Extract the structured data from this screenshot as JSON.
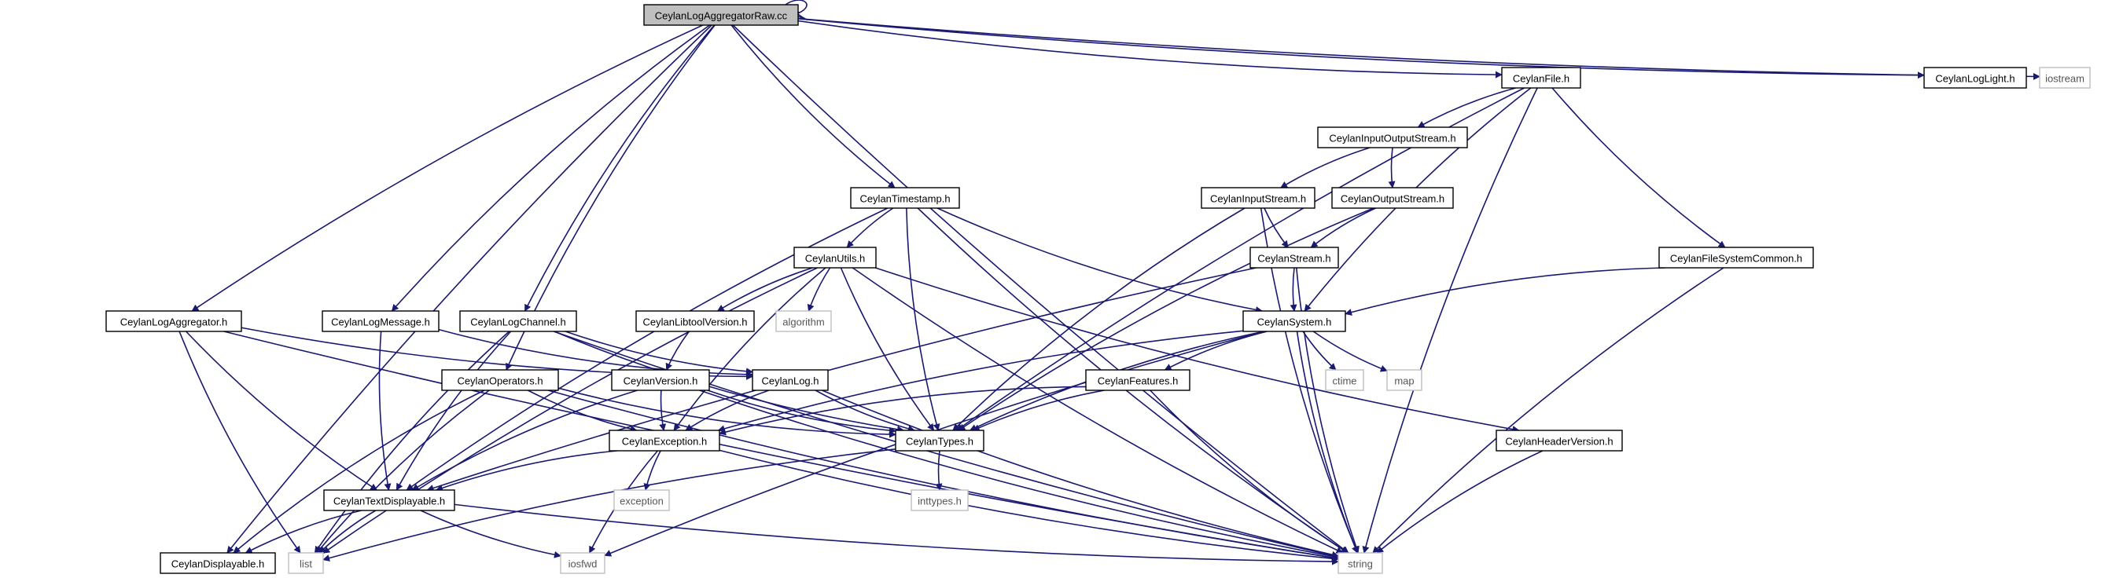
{
  "graph": {
    "colors": {
      "edge": "#191970",
      "root_fill": "#bfbfbf",
      "node_border": "#000000",
      "system_border": "#bfbfbf"
    },
    "nodes": [
      {
        "id": "root",
        "label": "CeylanLogAggregatorRaw.cc",
        "kind": "root"
      },
      {
        "id": "file",
        "label": "CeylanFile.h",
        "kind": "file"
      },
      {
        "id": "loglight",
        "label": "CeylanLogLight.h",
        "kind": "file"
      },
      {
        "id": "iostream",
        "label": "iostream",
        "kind": "system"
      },
      {
        "id": "iostream_h",
        "label": "CeylanInputOutputStream.h",
        "kind": "file"
      },
      {
        "id": "timestamp",
        "label": "CeylanTimestamp.h",
        "kind": "file"
      },
      {
        "id": "instream",
        "label": "CeylanInputStream.h",
        "kind": "file"
      },
      {
        "id": "outstream",
        "label": "CeylanOutputStream.h",
        "kind": "file"
      },
      {
        "id": "utils",
        "label": "CeylanUtils.h",
        "kind": "file"
      },
      {
        "id": "stream",
        "label": "CeylanStream.h",
        "kind": "file"
      },
      {
        "id": "fscommon",
        "label": "CeylanFileSystemCommon.h",
        "kind": "file"
      },
      {
        "id": "aggregator",
        "label": "CeylanLogAggregator.h",
        "kind": "file"
      },
      {
        "id": "logmessage",
        "label": "CeylanLogMessage.h",
        "kind": "file"
      },
      {
        "id": "logchannel",
        "label": "CeylanLogChannel.h",
        "kind": "file"
      },
      {
        "id": "libtool",
        "label": "CeylanLibtoolVersion.h",
        "kind": "file"
      },
      {
        "id": "algorithm",
        "label": "algorithm",
        "kind": "system"
      },
      {
        "id": "system",
        "label": "CeylanSystem.h",
        "kind": "file"
      },
      {
        "id": "operators",
        "label": "CeylanOperators.h",
        "kind": "file"
      },
      {
        "id": "version",
        "label": "CeylanVersion.h",
        "kind": "file"
      },
      {
        "id": "log",
        "label": "CeylanLog.h",
        "kind": "file"
      },
      {
        "id": "features",
        "label": "CeylanFeatures.h",
        "kind": "file"
      },
      {
        "id": "ctime",
        "label": "ctime",
        "kind": "system"
      },
      {
        "id": "map",
        "label": "map",
        "kind": "system"
      },
      {
        "id": "exception_h",
        "label": "CeylanException.h",
        "kind": "file"
      },
      {
        "id": "types",
        "label": "CeylanTypes.h",
        "kind": "file"
      },
      {
        "id": "headerversion",
        "label": "CeylanHeaderVersion.h",
        "kind": "file"
      },
      {
        "id": "exception",
        "label": "exception",
        "kind": "system"
      },
      {
        "id": "inttypes",
        "label": "inttypes.h",
        "kind": "system"
      },
      {
        "id": "textdisplayable",
        "label": "CeylanTextDisplayable.h",
        "kind": "file"
      },
      {
        "id": "displayable",
        "label": "CeylanDisplayable.h",
        "kind": "file"
      },
      {
        "id": "list",
        "label": "list",
        "kind": "system"
      },
      {
        "id": "iosfwd",
        "label": "iosfwd",
        "kind": "system"
      },
      {
        "id": "string",
        "label": "string",
        "kind": "system"
      }
    ],
    "edges": [
      [
        "root",
        "root"
      ],
      [
        "root",
        "file"
      ],
      [
        "root",
        "loglight"
      ],
      [
        "root",
        "iostream"
      ],
      [
        "root",
        "string"
      ],
      [
        "root",
        "timestamp"
      ],
      [
        "root",
        "logchannel"
      ],
      [
        "root",
        "logmessage"
      ],
      [
        "root",
        "operators"
      ],
      [
        "root",
        "aggregator"
      ],
      [
        "root",
        "displayable"
      ],
      [
        "file",
        "iostream_h"
      ],
      [
        "file",
        "system"
      ],
      [
        "file",
        "fscommon"
      ],
      [
        "file",
        "types"
      ],
      [
        "file",
        "string"
      ],
      [
        "iostream_h",
        "instream"
      ],
      [
        "iostream_h",
        "outstream"
      ],
      [
        "instream",
        "stream"
      ],
      [
        "instream",
        "types"
      ],
      [
        "instream",
        "string"
      ],
      [
        "outstream",
        "stream"
      ],
      [
        "outstream",
        "types"
      ],
      [
        "stream",
        "system"
      ],
      [
        "stream",
        "textdisplayable"
      ],
      [
        "stream",
        "string"
      ],
      [
        "fscommon",
        "system"
      ],
      [
        "fscommon",
        "string"
      ],
      [
        "timestamp",
        "utils"
      ],
      [
        "timestamp",
        "types"
      ],
      [
        "timestamp",
        "system"
      ],
      [
        "timestamp",
        "textdisplayable"
      ],
      [
        "timestamp",
        "string"
      ],
      [
        "utils",
        "libtool"
      ],
      [
        "utils",
        "algorithm"
      ],
      [
        "utils",
        "types"
      ],
      [
        "utils",
        "exception_h"
      ],
      [
        "utils",
        "headerversion"
      ],
      [
        "utils",
        "list"
      ],
      [
        "utils",
        "string"
      ],
      [
        "libtool",
        "version"
      ],
      [
        "system",
        "features"
      ],
      [
        "system",
        "ctime"
      ],
      [
        "system",
        "map"
      ],
      [
        "system",
        "types"
      ],
      [
        "system",
        "exception_h"
      ],
      [
        "system",
        "iosfwd"
      ],
      [
        "system",
        "string"
      ],
      [
        "features",
        "types"
      ],
      [
        "features",
        "exception_h"
      ],
      [
        "features",
        "string"
      ],
      [
        "headerversion",
        "string"
      ],
      [
        "aggregator",
        "log"
      ],
      [
        "aggregator",
        "textdisplayable"
      ],
      [
        "aggregator",
        "list"
      ],
      [
        "aggregator",
        "string"
      ],
      [
        "logmessage",
        "log"
      ],
      [
        "logmessage",
        "textdisplayable"
      ],
      [
        "logchannel",
        "log"
      ],
      [
        "logchannel",
        "textdisplayable"
      ],
      [
        "logchannel",
        "list"
      ],
      [
        "logchannel",
        "types"
      ],
      [
        "logchannel",
        "string"
      ],
      [
        "operators",
        "types"
      ],
      [
        "operators",
        "exception_h"
      ],
      [
        "operators",
        "displayable"
      ],
      [
        "operators",
        "list"
      ],
      [
        "operators",
        "string"
      ],
      [
        "version",
        "exception_h"
      ],
      [
        "version",
        "types"
      ],
      [
        "version",
        "textdisplayable"
      ],
      [
        "version",
        "string"
      ],
      [
        "log",
        "exception_h"
      ],
      [
        "log",
        "types"
      ],
      [
        "log",
        "string"
      ],
      [
        "exception_h",
        "textdisplayable"
      ],
      [
        "exception_h",
        "exception"
      ],
      [
        "exception_h",
        "iosfwd"
      ],
      [
        "exception_h",
        "string"
      ],
      [
        "types",
        "inttypes"
      ],
      [
        "types",
        "list"
      ],
      [
        "textdisplayable",
        "displayable"
      ],
      [
        "textdisplayable",
        "list"
      ],
      [
        "textdisplayable",
        "iosfwd"
      ],
      [
        "textdisplayable",
        "string"
      ]
    ]
  }
}
